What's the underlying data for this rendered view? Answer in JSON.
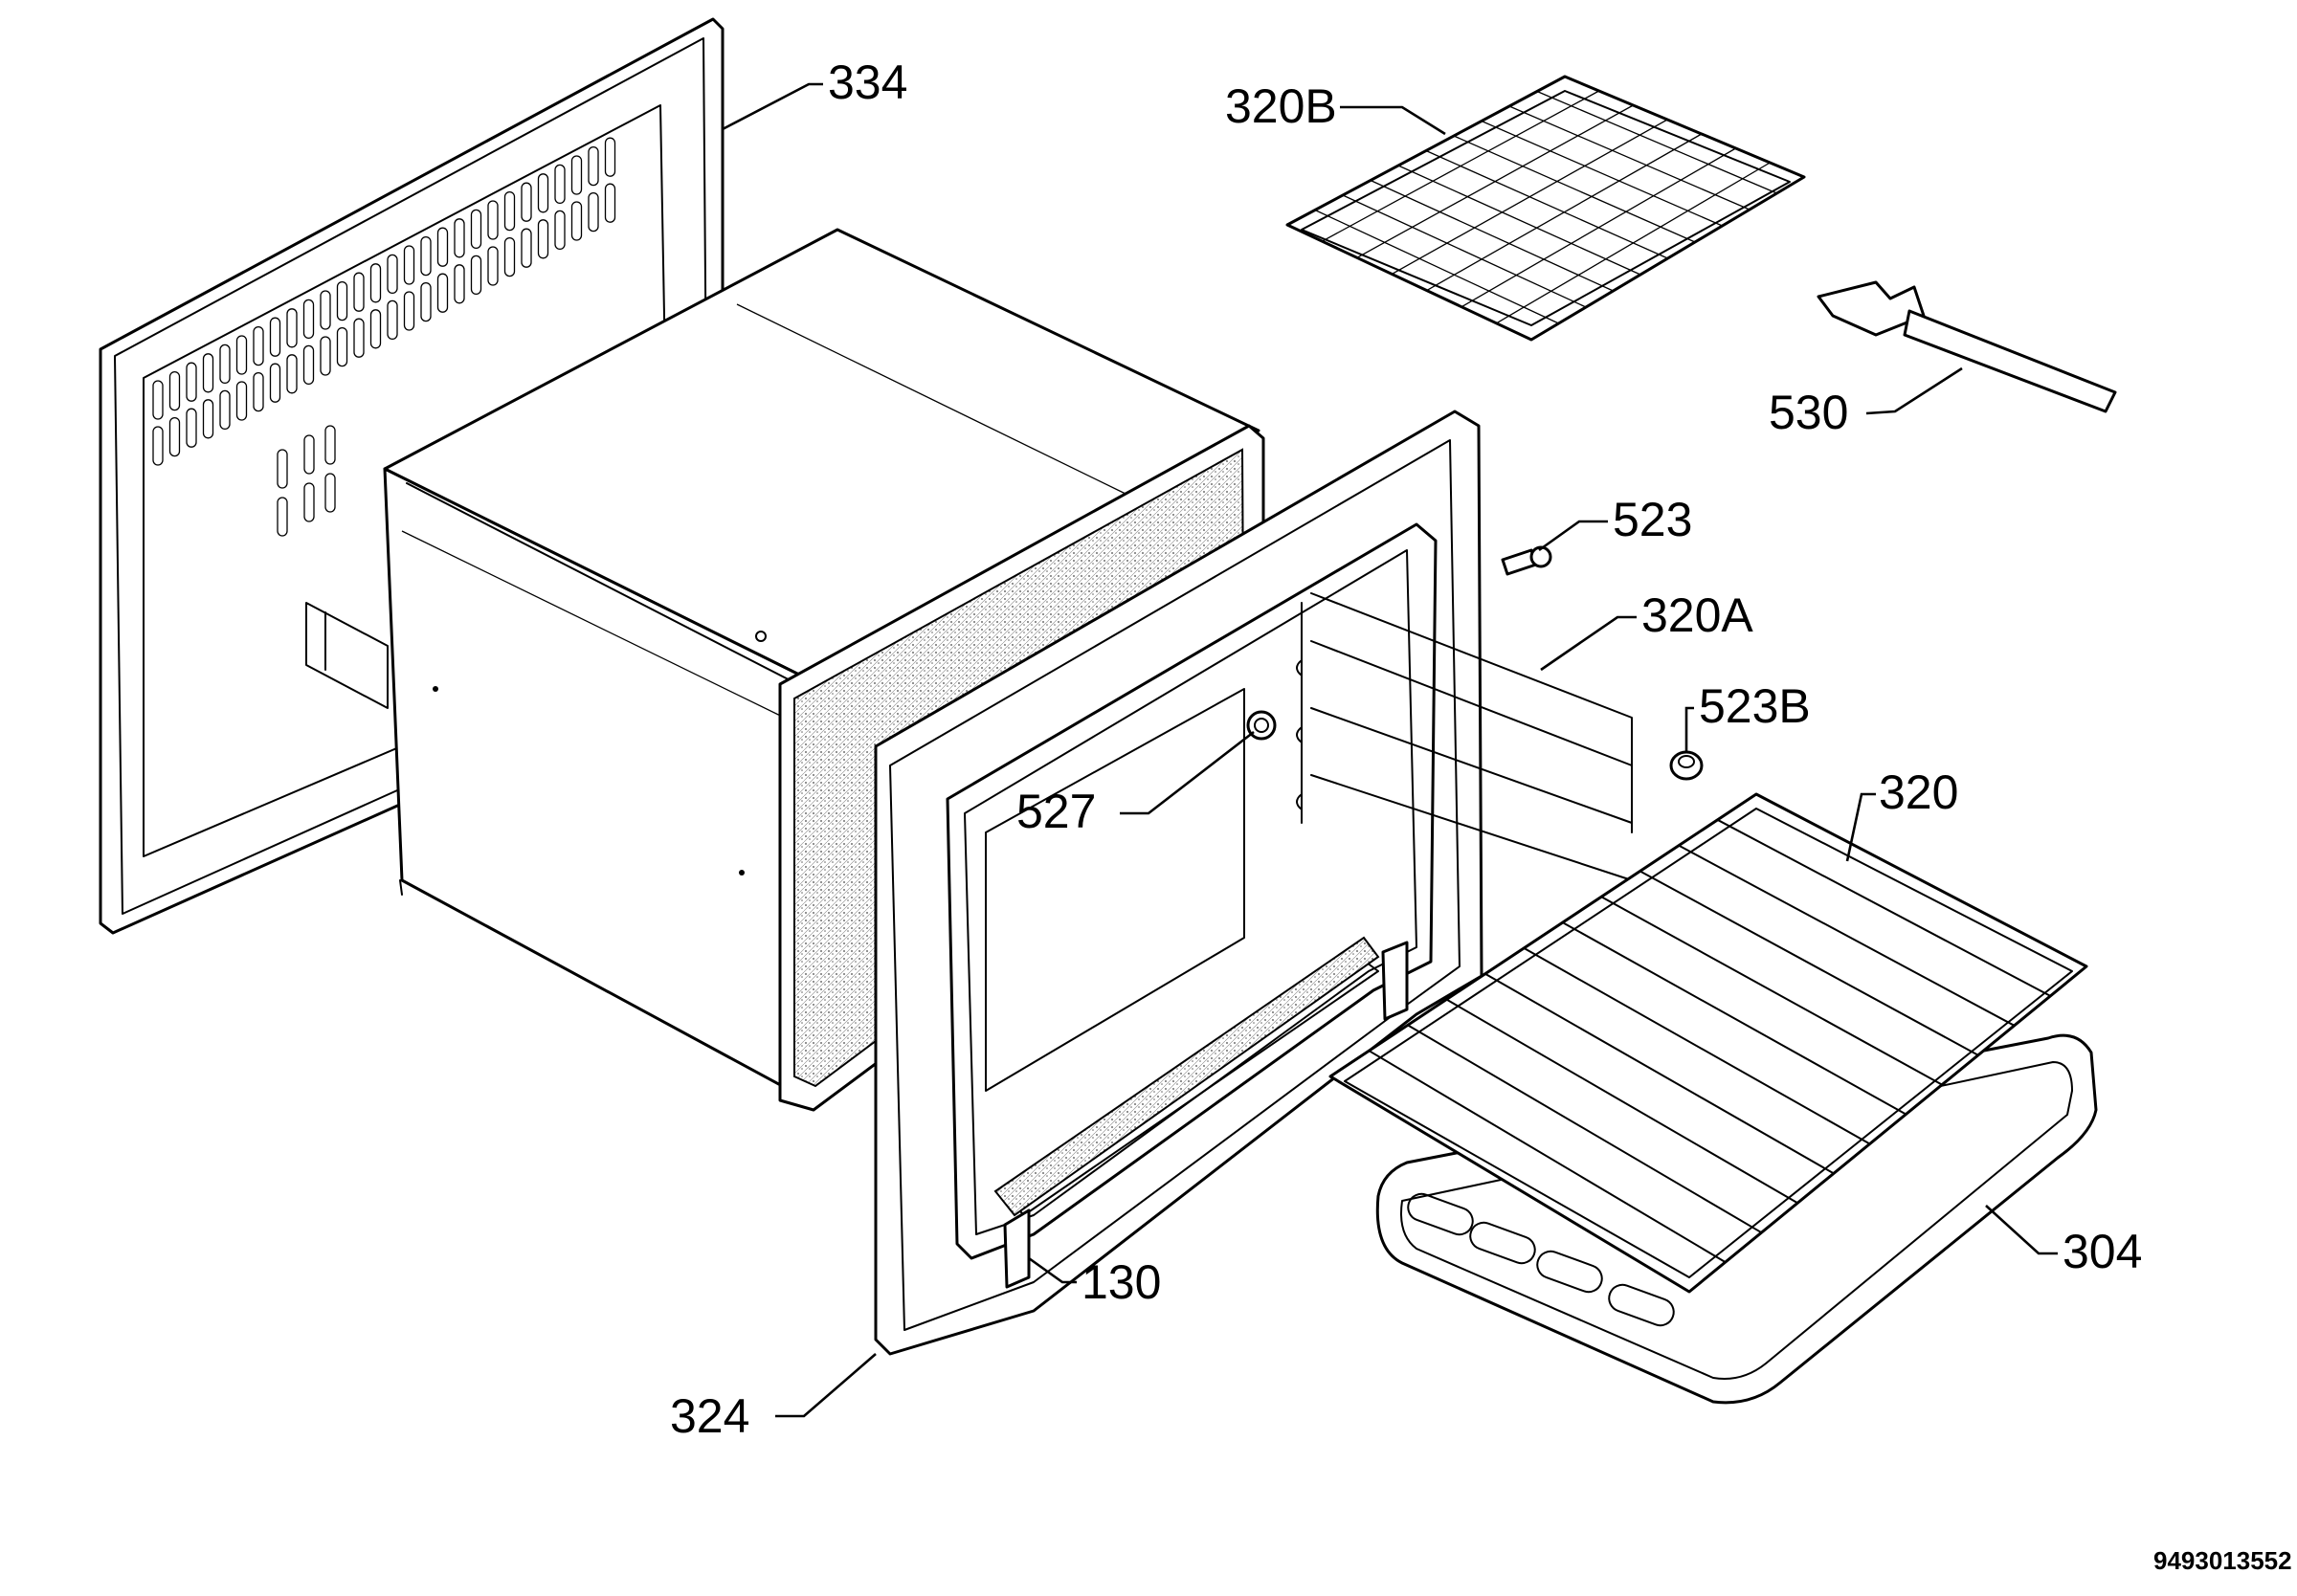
{
  "diagram": {
    "document_code": "9493013552",
    "parts": [
      {
        "id": "334"
      },
      {
        "id": "320B"
      },
      {
        "id": "530"
      },
      {
        "id": "523"
      },
      {
        "id": "320A"
      },
      {
        "id": "523B"
      },
      {
        "id": "320"
      },
      {
        "id": "527"
      },
      {
        "id": "130"
      },
      {
        "id": "304"
      },
      {
        "id": "324"
      }
    ]
  }
}
